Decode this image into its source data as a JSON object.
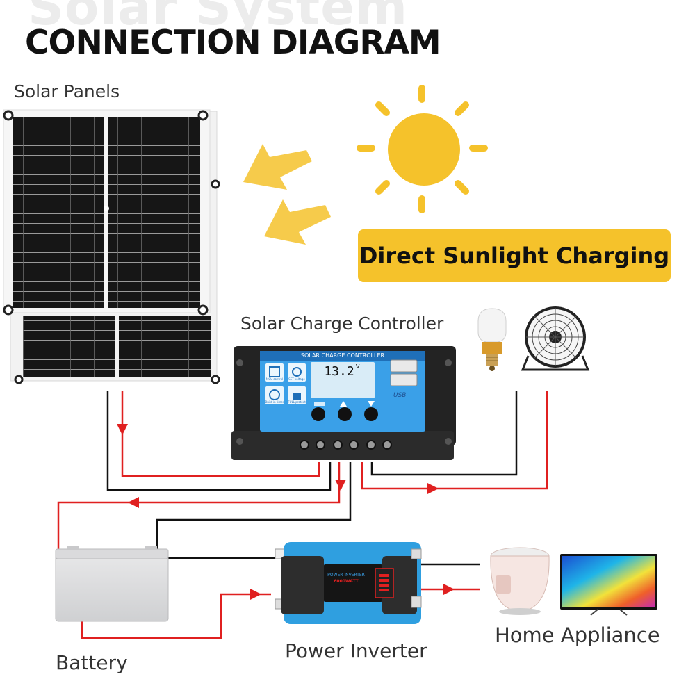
{
  "header": {
    "ghost_title": "Solar System",
    "title": "CONNECTION DIAGRAM"
  },
  "labels": {
    "solar_panels": "Solar Panels",
    "charge_controller": "Solar Charge Controller",
    "battery": "Battery",
    "power_inverter": "Power Inverter",
    "home_appliance": "Home Appliance"
  },
  "callout": {
    "text": "Direct Sunlight Charging"
  },
  "controller": {
    "header_text": "SOLAR CHARGE CONTROLLER",
    "voltage_display": "13.2",
    "voltage_unit": "V",
    "icon_labels": [
      "MCU control",
      "SET voltage",
      "Build-in timer",
      "FULL protect"
    ],
    "usb_label": "USB"
  },
  "inverter": {
    "brand_text": "POWER INVERTER",
    "power_text": "6000WATT"
  },
  "colors": {
    "sun": "#f5c22b",
    "callout": "#f5c22b",
    "wire_positive": "#e02020",
    "wire_negative": "#111111",
    "controller_panel": "#3aa0e8",
    "inverter_body": "#2f9fe0"
  }
}
